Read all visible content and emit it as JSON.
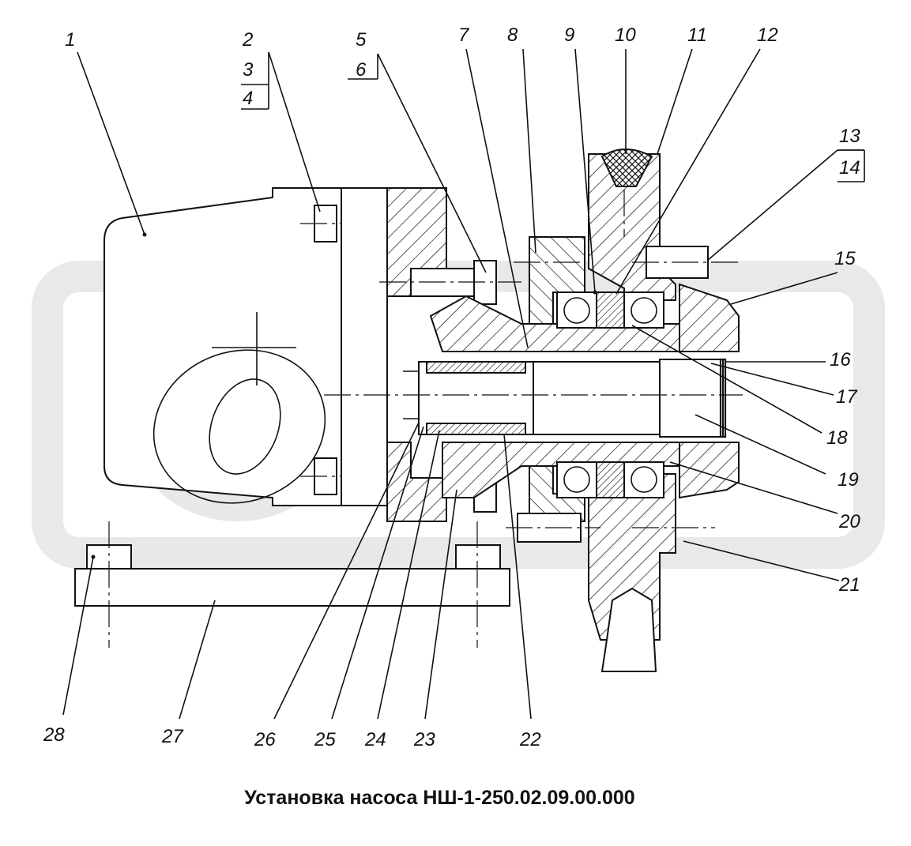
{
  "title": "Установка насоса НШ-1-250.02.09.00.000",
  "callouts": {
    "c1": "1",
    "c2": "2",
    "c3": "3",
    "c4": "4",
    "c5": "5",
    "c6": "6",
    "c7": "7",
    "c8": "8",
    "c9": "9",
    "c10": "10",
    "c11": "11",
    "c12": "12",
    "c13": "13",
    "c14": "14",
    "c15": "15",
    "c16": "16",
    "c17": "17",
    "c18": "18",
    "c19": "19",
    "c20": "20",
    "c21": "21",
    "c22": "22",
    "c23": "23",
    "c24": "24",
    "c25": "25",
    "c26": "26",
    "c27": "27",
    "c28": "28"
  }
}
